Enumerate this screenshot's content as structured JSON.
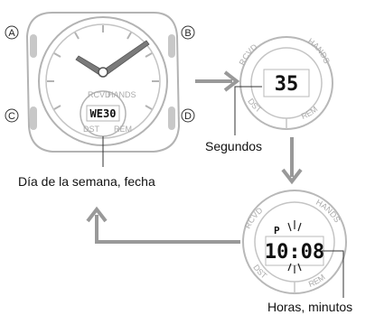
{
  "watch": {
    "buttons": {
      "a": "A",
      "b": "B",
      "c": "C",
      "d": "D"
    },
    "subdial_display": "WE30"
  },
  "display_seconds": {
    "ring_labels": {
      "top_left": "RCVD",
      "top_right": "HANDS",
      "bottom_left": "DST",
      "bottom_right": "REM"
    },
    "digits": "35"
  },
  "display_time": {
    "ring_labels": {
      "top_left": "RCVD",
      "top_right": "HANDS",
      "bottom_left": "DST",
      "bottom_right": "REM"
    },
    "pm_indicator": "P",
    "digits": "10:08"
  },
  "labels": {
    "seconds": "Segundos",
    "day_date": "Día de la semana, fecha",
    "hours_minutes": "Horas, minutos"
  },
  "colors": {
    "outline": "#b3b3b3",
    "arrow": "#999999",
    "hand": "#7a7a7a",
    "text": "#111111"
  }
}
